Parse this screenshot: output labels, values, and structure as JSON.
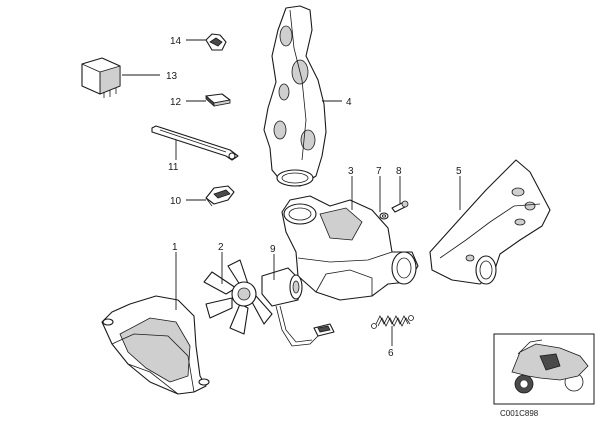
{
  "callouts": {
    "c1": "1",
    "c2": "2",
    "c3": "3",
    "c4": "4",
    "c5": "5",
    "c6": "6",
    "c7": "7",
    "c8": "8",
    "c9": "9",
    "c10": "10",
    "c11": "11",
    "c12": "12",
    "c13": "13",
    "c14": "14"
  },
  "diagram_code": "C001C898"
}
